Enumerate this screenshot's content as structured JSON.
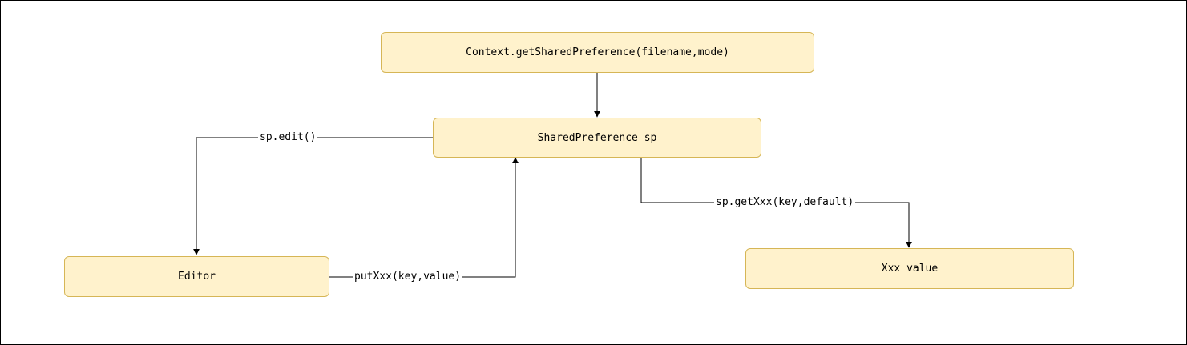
{
  "nodes": {
    "context": "Context.getSharedPreference(filename,mode)",
    "shared_preference": "SharedPreference sp",
    "editor": "Editor",
    "value": "Xxx value"
  },
  "edges": {
    "edit": "sp.edit()",
    "put": "putXxx(key,value)",
    "get": "sp.getXxx(key,default)"
  },
  "colors": {
    "node_fill": "#fff2cc",
    "node_stroke": "#d6b656",
    "edge": "#000000"
  }
}
